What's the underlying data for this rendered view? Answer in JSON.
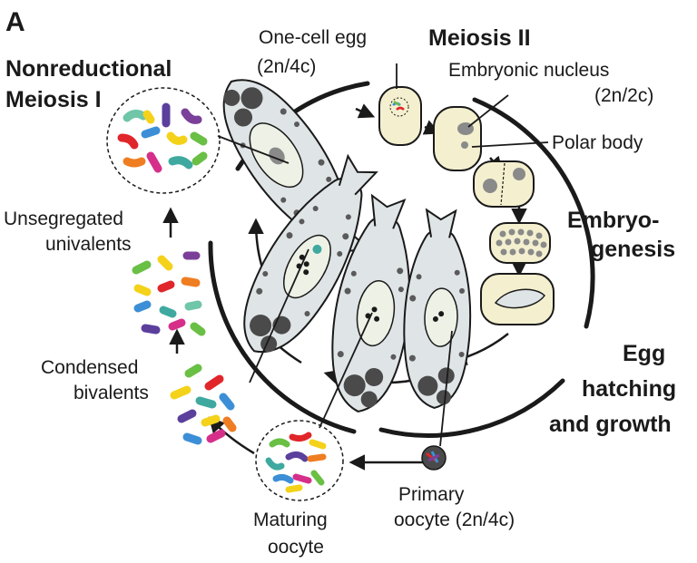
{
  "panel_label": "A",
  "labels": {
    "one_cell_egg": "One-cell egg",
    "one_cell_egg_ploidy": "(2n/4c)",
    "meiosis_ii": "Meiosis II",
    "embryonic_nucleus": "Embryonic nucleus",
    "embryonic_nucleus_ploidy": "(2n/2c)",
    "polar_body": "Polar body",
    "embryogenesis_1": "Embryo-",
    "embryogenesis_2": "genesis",
    "egg_hatching_1": "Egg",
    "egg_hatching_2": "hatching",
    "egg_hatching_3": "and growth",
    "primary_oocyte_1": "Primary",
    "primary_oocyte_2": "oocyte (2n/4c)",
    "maturing_oocyte_1": "Maturing",
    "maturing_oocyte_2": "oocyte",
    "condensed_bivalents_1": "Condensed",
    "condensed_bivalents_2": "bivalents",
    "unsegregated_univalents_1": "Unsegregated",
    "unsegregated_univalents_2": "univalents",
    "nonreductional_1": "Nonreductional",
    "nonreductional_2": "Meiosis I"
  },
  "colors": {
    "ink": "#1a1a1a",
    "animal_body": "#dfe4e6",
    "animal_spot": "#5a5a5a",
    "ovary": "#eef2e6",
    "egg_fill": "#f4f0cf",
    "egg_nucleus": "#8a8a8a",
    "chromosomes": [
      "#6fc6a8",
      "#3fa9a0",
      "#5b3f9c",
      "#e0262a",
      "#ef7d22",
      "#f4d21a",
      "#3c8fd6",
      "#6abf45",
      "#7a3f98",
      "#d62f8a"
    ]
  }
}
